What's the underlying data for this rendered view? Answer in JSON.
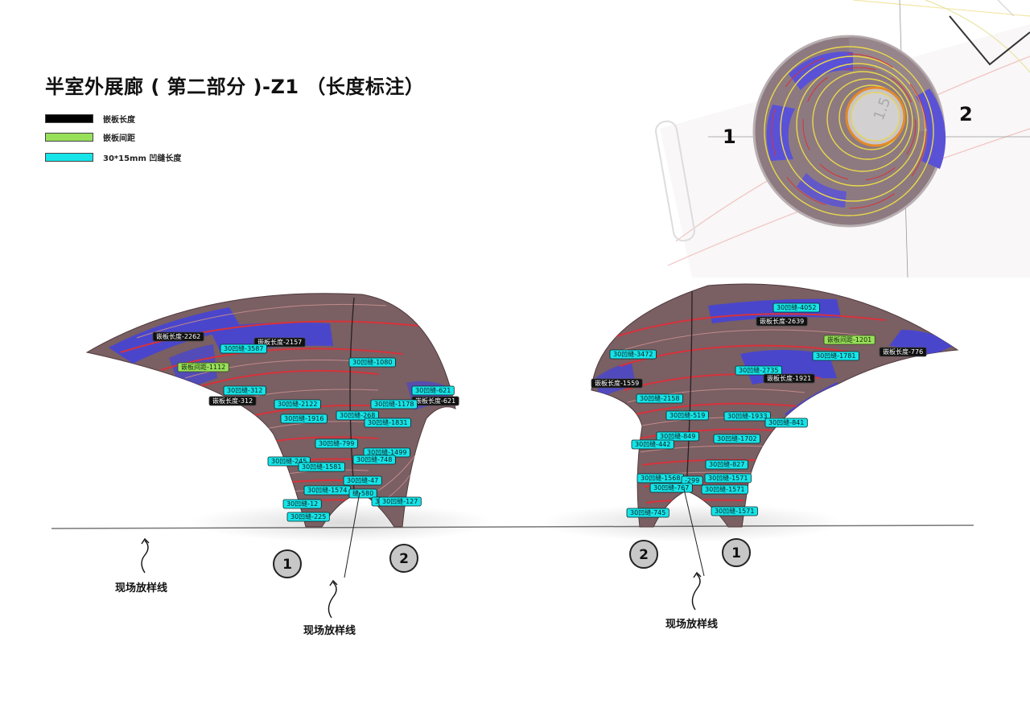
{
  "title": "半室外展廊 ( 第二部分 )-Z1 （长度标注）",
  "legend": [
    {
      "label": "嵌板长度",
      "color": "#000000"
    },
    {
      "label": "嵌板间距",
      "color": "#99e05a"
    },
    {
      "label": "30*15mm 凹缝长度",
      "color": "#16e4e8"
    }
  ],
  "colors": {
    "surface": "#7a5f63",
    "panel": "#4a46cc",
    "seam": "#d8323a",
    "ground": "#777777"
  },
  "plan_labels": {
    "left": "1",
    "right": "2"
  },
  "site_line_label": "现场放样线",
  "left_model": {
    "markers": [
      "1",
      "2"
    ],
    "tags": [
      {
        "text": "嵌板长度-2262",
        "kind": "panel"
      },
      {
        "text": "嵌板长度-2157",
        "kind": "panel"
      },
      {
        "text": "30凹缝-3587",
        "kind": "seam"
      },
      {
        "text": "30凹缝-1080",
        "kind": "seam"
      },
      {
        "text": "嵌板间距-1112",
        "kind": "gap"
      },
      {
        "text": "30凹缝-312",
        "kind": "seam"
      },
      {
        "text": "嵌板长度-312",
        "kind": "panel"
      },
      {
        "text": "30凹缝-621",
        "kind": "seam"
      },
      {
        "text": "嵌板长度-621",
        "kind": "panel"
      },
      {
        "text": "30凹缝-2122",
        "kind": "seam"
      },
      {
        "text": "30凹缝-1178",
        "kind": "seam"
      },
      {
        "text": "30凹缝-1916",
        "kind": "seam"
      },
      {
        "text": "30凹缝-268",
        "kind": "seam"
      },
      {
        "text": "30凹缝-1831",
        "kind": "seam"
      },
      {
        "text": "30凹缝-799",
        "kind": "seam"
      },
      {
        "text": "30凹缝-1499",
        "kind": "seam"
      },
      {
        "text": "30凹缝-748",
        "kind": "seam"
      },
      {
        "text": "30凹缝-245",
        "kind": "seam"
      },
      {
        "text": "30凹缝-1581",
        "kind": "seam"
      },
      {
        "text": "30凹缝-47",
        "kind": "seam"
      },
      {
        "text": "30凹缝-1574",
        "kind": "seam"
      },
      {
        "text": "缝-580",
        "kind": "seam"
      },
      {
        "text": "3",
        "kind": "seam"
      },
      {
        "text": "30凹缝-127",
        "kind": "seam"
      },
      {
        "text": "30凹缝-12",
        "kind": "seam"
      },
      {
        "text": "30凹缝-225",
        "kind": "seam"
      }
    ]
  },
  "right_model": {
    "markers": [
      "2",
      "1"
    ],
    "tags": [
      {
        "text": "30凹缝-4052",
        "kind": "seam"
      },
      {
        "text": "嵌板长度-2639",
        "kind": "panel"
      },
      {
        "text": "30凹缝-3472",
        "kind": "seam"
      },
      {
        "text": "嵌板间距-1201",
        "kind": "gap"
      },
      {
        "text": "30凹缝-1781",
        "kind": "seam"
      },
      {
        "text": "嵌板长度-776",
        "kind": "panel"
      },
      {
        "text": "30凹缝-2735",
        "kind": "seam"
      },
      {
        "text": "嵌板长度-1921",
        "kind": "panel"
      },
      {
        "text": "嵌板长度-1559",
        "kind": "panel"
      },
      {
        "text": "30凹缝-2158",
        "kind": "seam"
      },
      {
        "text": "30凹缝-519",
        "kind": "seam"
      },
      {
        "text": "30凹缝-1933",
        "kind": "seam"
      },
      {
        "text": "30凹缝-841",
        "kind": "seam"
      },
      {
        "text": "30凹缝-849",
        "kind": "seam"
      },
      {
        "text": "30凹缝-1702",
        "kind": "seam"
      },
      {
        "text": "30凹缝-442",
        "kind": "seam"
      },
      {
        "text": "30凹缝-827",
        "kind": "seam"
      },
      {
        "text": "30凹缝-1568",
        "kind": "seam"
      },
      {
        "text": "-299",
        "kind": "seam"
      },
      {
        "text": "30凹缝-1571",
        "kind": "seam"
      },
      {
        "text": "30凹缝-767",
        "kind": "seam"
      },
      {
        "text": "30凹缝-1571",
        "kind": "seam"
      },
      {
        "text": "30凹缝-745",
        "kind": "seam"
      },
      {
        "text": "30凹缝-1571",
        "kind": "seam"
      }
    ]
  }
}
